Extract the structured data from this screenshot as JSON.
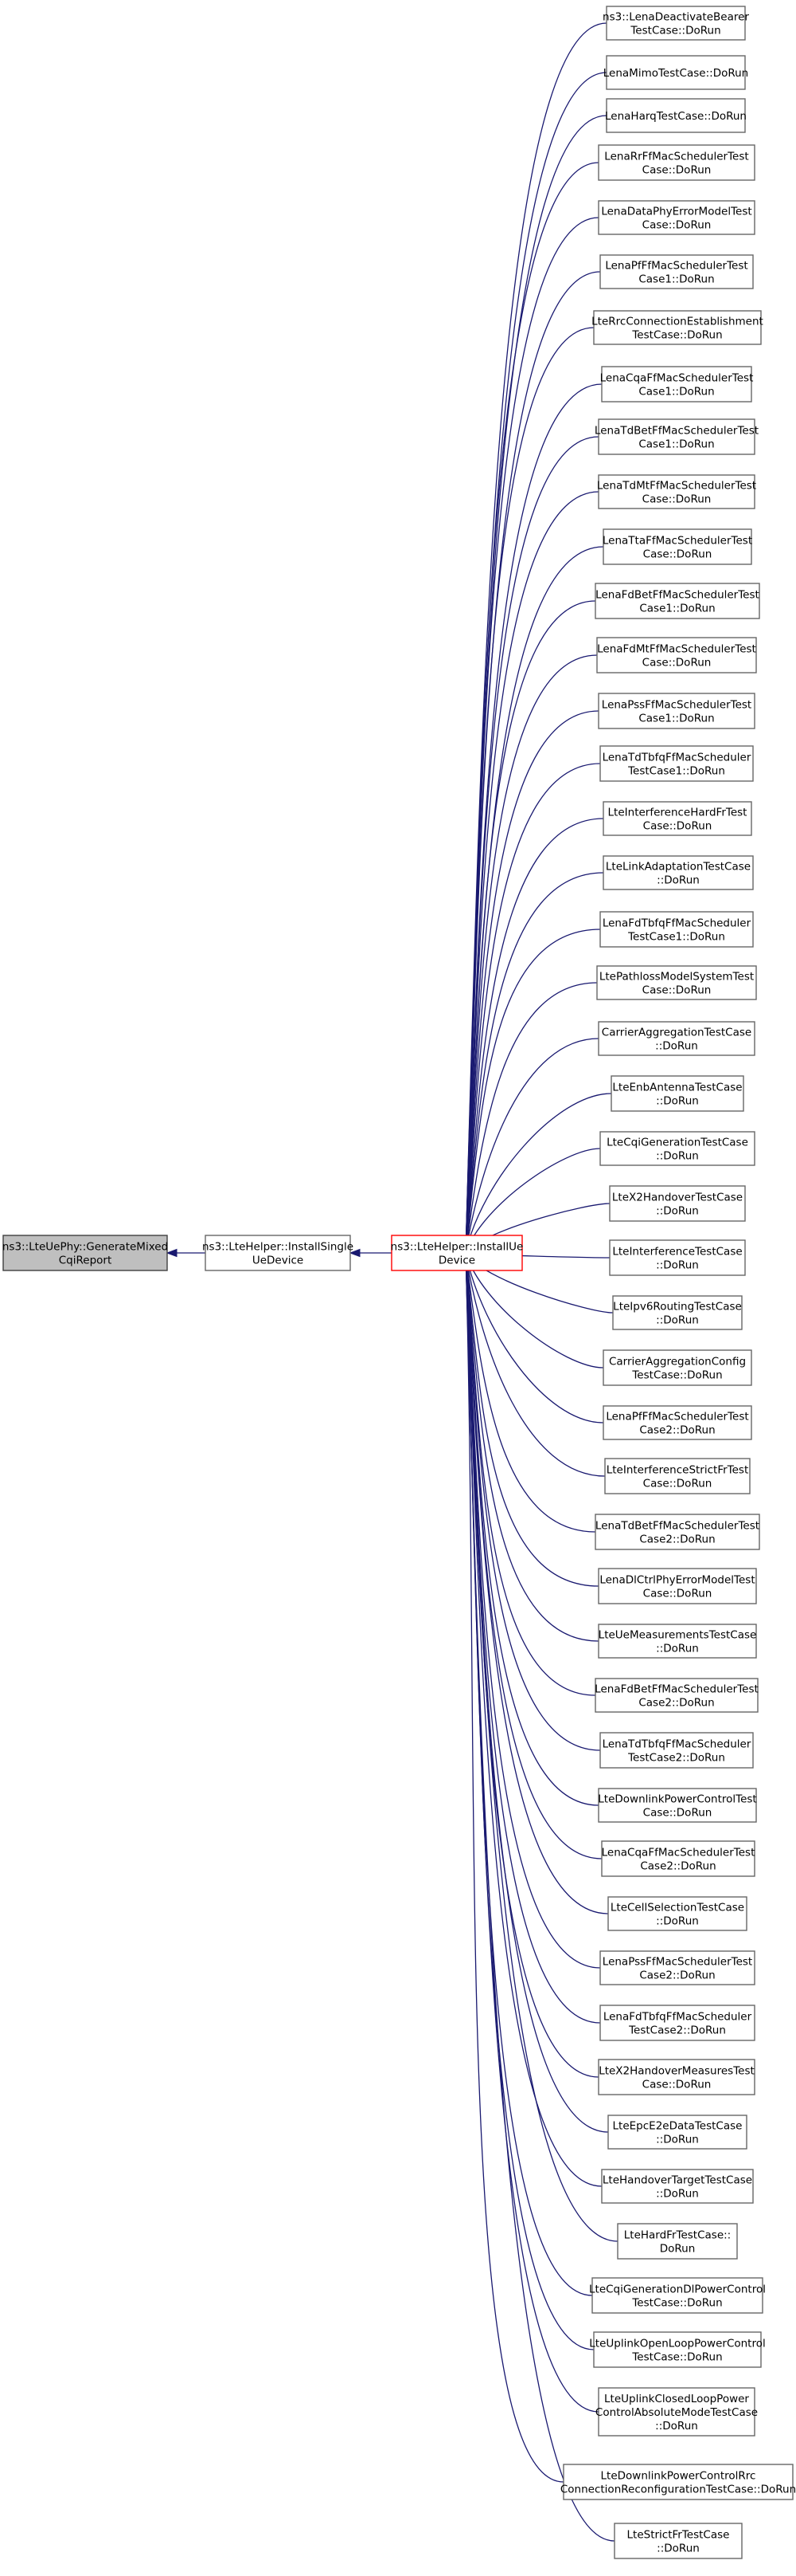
{
  "graph": {
    "edge_color": "#191970",
    "focus_border_color": "#ff0000",
    "root_fill_color": "#bfbfbf",
    "root": {
      "id": "root",
      "lines": [
        "ns3::LteUePhy::GenerateMixed",
        "CqiReport"
      ]
    },
    "mid": {
      "id": "install-single",
      "lines": [
        "ns3::LteHelper::InstallSingle",
        "UeDevice"
      ]
    },
    "focus": {
      "id": "install-ue",
      "lines": [
        "ns3::LteHelper::InstallUe",
        "Device"
      ]
    },
    "callers": [
      {
        "lines": [
          "ns3::LenaDeactivateBearer",
          "TestCase::DoRun"
        ]
      },
      {
        "lines": [
          "LenaMimoTestCase::DoRun"
        ]
      },
      {
        "lines": [
          "LenaHarqTestCase::DoRun"
        ]
      },
      {
        "lines": [
          "LenaRrFfMacSchedulerTest",
          "Case::DoRun"
        ]
      },
      {
        "lines": [
          "LenaDataPhyErrorModelTest",
          "Case::DoRun"
        ]
      },
      {
        "lines": [
          "LenaPfFfMacSchedulerTest",
          "Case1::DoRun"
        ]
      },
      {
        "lines": [
          "LteRrcConnectionEstablishment",
          "TestCase::DoRun"
        ]
      },
      {
        "lines": [
          "LenaCqaFfMacSchedulerTest",
          "Case1::DoRun"
        ]
      },
      {
        "lines": [
          "LenaTdBetFfMacSchedulerTest",
          "Case1::DoRun"
        ]
      },
      {
        "lines": [
          "LenaTdMtFfMacSchedulerTest",
          "Case::DoRun"
        ]
      },
      {
        "lines": [
          "LenaTtaFfMacSchedulerTest",
          "Case::DoRun"
        ]
      },
      {
        "lines": [
          "LenaFdBetFfMacSchedulerTest",
          "Case1::DoRun"
        ]
      },
      {
        "lines": [
          "LenaFdMtFfMacSchedulerTest",
          "Case::DoRun"
        ]
      },
      {
        "lines": [
          "LenaPssFfMacSchedulerTest",
          "Case1::DoRun"
        ]
      },
      {
        "lines": [
          "LenaTdTbfqFfMacScheduler",
          "TestCase1::DoRun"
        ]
      },
      {
        "lines": [
          "LteInterferenceHardFrTest",
          "Case::DoRun"
        ]
      },
      {
        "lines": [
          "LteLinkAdaptationTestCase",
          "::DoRun"
        ]
      },
      {
        "lines": [
          "LenaFdTbfqFfMacScheduler",
          "TestCase1::DoRun"
        ]
      },
      {
        "lines": [
          "LtePathlossModelSystemTest",
          "Case::DoRun"
        ]
      },
      {
        "lines": [
          "CarrierAggregationTestCase",
          "::DoRun"
        ]
      },
      {
        "lines": [
          "LteEnbAntennaTestCase",
          "::DoRun"
        ]
      },
      {
        "lines": [
          "LteCqiGenerationTestCase",
          "::DoRun"
        ]
      },
      {
        "lines": [
          "LteX2HandoverTestCase",
          "::DoRun"
        ]
      },
      {
        "lines": [
          "LteInterferenceTestCase",
          "::DoRun"
        ]
      },
      {
        "lines": [
          "LteIpv6RoutingTestCase",
          "::DoRun"
        ]
      },
      {
        "lines": [
          "CarrierAggregationConfig",
          "TestCase::DoRun"
        ]
      },
      {
        "lines": [
          "LenaPfFfMacSchedulerTest",
          "Case2::DoRun"
        ]
      },
      {
        "lines": [
          "LteInterferenceStrictFrTest",
          "Case::DoRun"
        ]
      },
      {
        "lines": [
          "LenaTdBetFfMacSchedulerTest",
          "Case2::DoRun"
        ]
      },
      {
        "lines": [
          "LenaDlCtrlPhyErrorModelTest",
          "Case::DoRun"
        ]
      },
      {
        "lines": [
          "LteUeMeasurementsTestCase",
          "::DoRun"
        ]
      },
      {
        "lines": [
          "LenaFdBetFfMacSchedulerTest",
          "Case2::DoRun"
        ]
      },
      {
        "lines": [
          "LenaTdTbfqFfMacScheduler",
          "TestCase2::DoRun"
        ]
      },
      {
        "lines": [
          "LteDownlinkPowerControlTest",
          "Case::DoRun"
        ]
      },
      {
        "lines": [
          "LenaCqaFfMacSchedulerTest",
          "Case2::DoRun"
        ]
      },
      {
        "lines": [
          "LteCellSelectionTestCase",
          "::DoRun"
        ]
      },
      {
        "lines": [
          "LenaPssFfMacSchedulerTest",
          "Case2::DoRun"
        ]
      },
      {
        "lines": [
          "LenaFdTbfqFfMacScheduler",
          "TestCase2::DoRun"
        ]
      },
      {
        "lines": [
          "LteX2HandoverMeasuresTest",
          "Case::DoRun"
        ]
      },
      {
        "lines": [
          "LteEpcE2eDataTestCase",
          "::DoRun"
        ]
      },
      {
        "lines": [
          "LteHandoverTargetTestCase",
          "::DoRun"
        ]
      },
      {
        "lines": [
          "LteHardFrTestCase::",
          "DoRun"
        ]
      },
      {
        "lines": [
          "LteCqiGenerationDlPowerControl",
          "TestCase::DoRun"
        ]
      },
      {
        "lines": [
          "LteUplinkOpenLoopPowerControl",
          "TestCase::DoRun"
        ]
      },
      {
        "lines": [
          "LteUplinkClosedLoopPower",
          "ControlAbsoluteModeTestCase",
          "::DoRun"
        ]
      },
      {
        "lines": [
          "LteDownlinkPowerControlRrc",
          "ConnectionReconfigurationTestCase::DoRun"
        ]
      },
      {
        "lines": [
          "LteStrictFrTestCase",
          "::DoRun"
        ]
      }
    ]
  }
}
